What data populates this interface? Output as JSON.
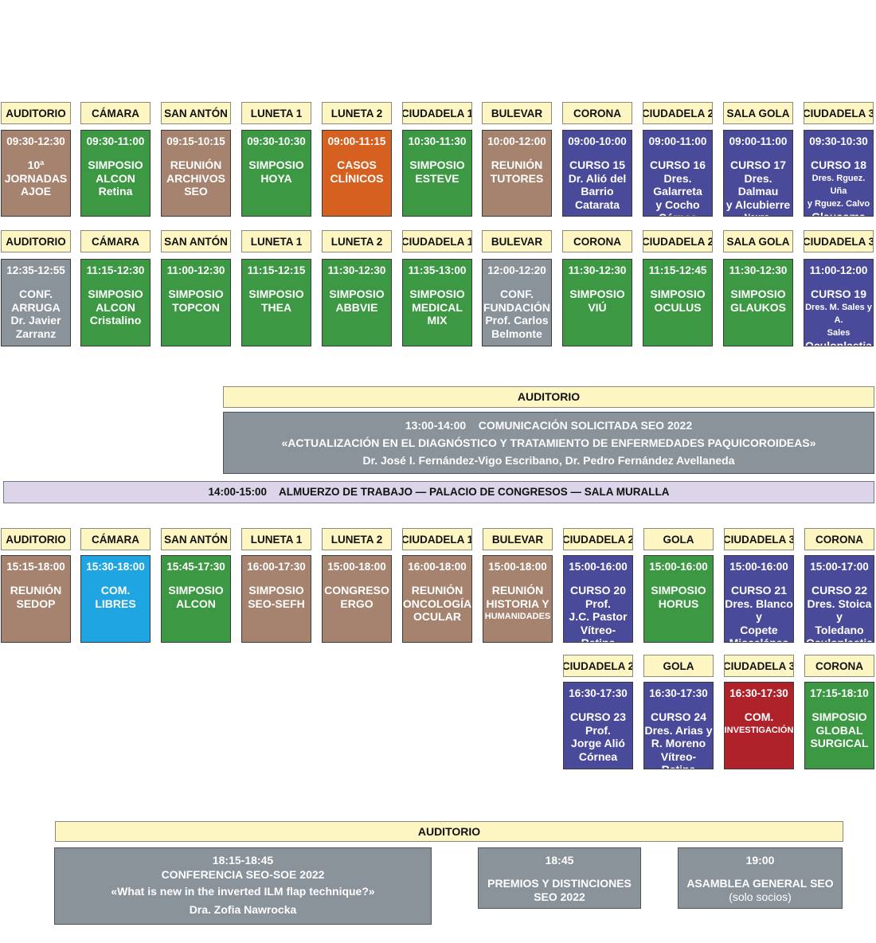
{
  "colors": {
    "brown": "#a5836f",
    "green": "#3c9843",
    "orange": "#d6601f",
    "blue": "#4a4a9b",
    "grey": "#8a929a",
    "cyan": "#1ea5e2",
    "red": "#b0222a",
    "room_bg": "#fdf6c3",
    "lunch_bg": "#dcd4e8"
  },
  "block1": {
    "rooms": [
      "AUDITORIO",
      "CÁMARA",
      "SAN ANTÓN",
      "LUNETA 1",
      "LUNETA 2",
      "CIUDADELA 1",
      "BULEVAR",
      "CORONA",
      "CIUDADELA 2",
      "SALA GOLA",
      "CIUDADELA 3"
    ],
    "sessions": [
      {
        "color": "brown",
        "time": "09:30-12:30",
        "lines": [
          "10ª",
          "JORNADAS",
          "AJOE"
        ]
      },
      {
        "color": "green",
        "time": "09:30-11:00",
        "lines": [
          "SIMPOSIO",
          "ALCON",
          "Retina"
        ]
      },
      {
        "color": "brown",
        "time": "09:15-10:15",
        "lines": [
          "REUNIÓN",
          "ARCHIVOS",
          "SEO"
        ]
      },
      {
        "color": "green",
        "time": "09:30-10:30",
        "lines": [
          "SIMPOSIO",
          "HOYA"
        ]
      },
      {
        "color": "orange",
        "time": "09:00-11:15",
        "lines": [
          "CASOS",
          "CLÍNICOS"
        ]
      },
      {
        "color": "green",
        "time": "10:30-11:30",
        "lines": [
          "SIMPOSIO",
          "ESTEVE"
        ]
      },
      {
        "color": "brown",
        "time": "10:00-12:00",
        "lines": [
          "REUNIÓN",
          "TUTORES"
        ]
      },
      {
        "color": "blue",
        "time": "09:00-10:00",
        "lines": [
          "CURSO 15",
          "Dr. Alió del",
          "Barrio",
          "Catarata"
        ]
      },
      {
        "color": "blue",
        "time": "09:00-11:00",
        "lines": [
          "CURSO 16",
          "Dres. Galarreta",
          "y Cocho",
          "Córnea"
        ]
      },
      {
        "color": "blue",
        "time": "09:00-11:00",
        "lines": [
          "CURSO 17",
          "Dres. Dalmau",
          "y Alcubierre",
          "Neuro-Oftalmología"
        ]
      },
      {
        "color": "blue",
        "time": "09:30-10:30",
        "lines": [
          "CURSO 18",
          "Dres. Rguez. Uña",
          "y Rguez. Calvo",
          "Glaucoma"
        ]
      }
    ]
  },
  "block2": {
    "rooms": [
      "AUDITORIO",
      "CÁMARA",
      "SAN ANTÓN",
      "LUNETA 1",
      "LUNETA 2",
      "CIUDADELA 1",
      "BULEVAR",
      "CORONA",
      "CIUDADELA 2",
      "SALA GOLA",
      "CIUDADELA 3"
    ],
    "sessions": [
      {
        "color": "grey",
        "time": "12:35-12:55",
        "lines": [
          "CONF.",
          "ARRUGA",
          "Dr. Javier",
          "Zarranz"
        ]
      },
      {
        "color": "green",
        "time": "11:15-12:30",
        "lines": [
          "SIMPOSIO",
          "ALCON",
          "Cristalino"
        ]
      },
      {
        "color": "green",
        "time": "11:00-12:30",
        "lines": [
          "SIMPOSIO",
          "TOPCON"
        ]
      },
      {
        "color": "green",
        "time": "11:15-12:15",
        "lines": [
          "SIMPOSIO",
          "THEA"
        ]
      },
      {
        "color": "green",
        "time": "11:30-12:30",
        "lines": [
          "SIMPOSIO",
          "ABBVIE"
        ]
      },
      {
        "color": "green",
        "time": "11:35-13:00",
        "lines": [
          "SIMPOSIO",
          "MEDICAL",
          "MIX"
        ]
      },
      {
        "color": "grey",
        "time": "12:00-12:20",
        "lines": [
          "CONF.",
          "FUNDACIÓN",
          "Prof. Carlos",
          "Belmonte"
        ]
      },
      {
        "color": "green",
        "time": "11:30-12:30",
        "lines": [
          "SIMPOSIO",
          "VIÚ"
        ]
      },
      {
        "color": "green",
        "time": "11:15-12:45",
        "lines": [
          "SIMPOSIO",
          "OCULUS"
        ]
      },
      {
        "color": "green",
        "time": "11:30-12:30",
        "lines": [
          "SIMPOSIO",
          "GLAUKOS"
        ]
      },
      {
        "color": "blue",
        "time": "11:00-12:00",
        "lines": [
          "CURSO 19",
          "Dres. M. Sales y A.",
          "Sales",
          "Oculoplastia"
        ]
      }
    ]
  },
  "communication": {
    "room": "AUDITORIO",
    "time": "13:00-14:00",
    "title": "COMUNICACIÓN SOLICITADA SEO 2022",
    "subtitle": "«ACTUALIZACIÓN EN EL DIAGNÓSTICO Y TRATAMIENTO DE ENFERMEDADES PAQUICOROIDEAS»",
    "authors": "Dr. José I. Fernández-Vigo Escribano, Dr. Pedro Fernández Avellaneda"
  },
  "lunch": {
    "time": "14:00-15:00",
    "text": "ALMUERZO DE TRABAJO — PALACIO DE CONGRESOS — SALA MURALLA"
  },
  "block3": {
    "rooms": [
      "AUDITORIO",
      "CÁMARA",
      "SAN ANTÓN",
      "LUNETA 1",
      "LUNETA 2",
      "CIUDADELA 1",
      "BULEVAR",
      "CIUDADELA 2",
      "GOLA",
      "CIUDADELA 3",
      "CORONA"
    ],
    "sessions": [
      {
        "color": "brown",
        "time": "15:15-18:00",
        "lines": [
          "REUNIÓN",
          "SEDOP"
        ]
      },
      {
        "color": "cyan",
        "time": "15:30-18:00",
        "lines": [
          "COM.",
          "LIBRES"
        ]
      },
      {
        "color": "green",
        "time": "15:45-17:30",
        "lines": [
          "SIMPOSIO",
          "ALCON"
        ]
      },
      {
        "color": "brown",
        "time": "16:00-17:30",
        "lines": [
          "SIMPOSIO",
          "SEO-SEFH"
        ]
      },
      {
        "color": "brown",
        "time": "15:00-18:00",
        "lines": [
          "CONGRESO",
          "ERGO"
        ]
      },
      {
        "color": "brown",
        "time": "16:00-18:00",
        "lines": [
          "REUNIÓN",
          "ONCOLOGÍA",
          "OCULAR"
        ]
      },
      {
        "color": "brown",
        "time": "15:00-18:00",
        "lines": [
          "REUNIÓN",
          "HISTORIA Y",
          "HUMANIDADES"
        ]
      },
      {
        "color": "blue",
        "time": "15:00-16:00",
        "lines": [
          "CURSO 20",
          "Prof.",
          "J.C. Pastor",
          "Vítreo-Retina"
        ]
      },
      {
        "color": "green",
        "time": "15:00-16:00",
        "lines": [
          "SIMPOSIO",
          "HORUS"
        ]
      },
      {
        "color": "blue",
        "time": "15:00-16:00",
        "lines": [
          "CURSO 21",
          "Dres. Blanco y",
          "Copete",
          "Miscelánea"
        ]
      },
      {
        "color": "blue",
        "time": "15:00-17:00",
        "lines": [
          "CURSO 22",
          "Dres. Stoica y",
          "Toledano",
          "Oculoplastia"
        ]
      }
    ]
  },
  "block4": {
    "rooms": [
      "CIUDADELA 2",
      "GOLA",
      "CIUDADELA 3",
      "CORONA"
    ],
    "sessions": [
      {
        "color": "blue",
        "time": "16:30-17:30",
        "lines": [
          "CURSO 23",
          "Prof.",
          "Jorge Alió",
          "Córnea"
        ]
      },
      {
        "color": "blue",
        "time": "16:30-17:30",
        "lines": [
          "CURSO 24",
          "Dres. Arias y",
          "R. Moreno",
          "Vítreo-Retina"
        ]
      },
      {
        "color": "red",
        "time": "16:30-17:30",
        "lines": [
          "COM.",
          "INVESTIGACIÓN"
        ]
      },
      {
        "color": "green",
        "time": "17:15-18:10",
        "lines": [
          "SIMPOSIO",
          "GLOBAL",
          "SURGICAL"
        ]
      }
    ]
  },
  "evening": {
    "room": "AUDITORIO",
    "conference": {
      "time": "18:15-18:45",
      "title": "CONFERENCIA SEO-SOE 2022",
      "subtitle": "«What is new in the inverted ILM flap technique?»",
      "speaker": "Dra. Zofia Nawrocka"
    },
    "awards": {
      "time": "18:45",
      "line1": "PREMIOS Y DISTINCIONES",
      "line2": "SEO 2022"
    },
    "assembly": {
      "time": "19:00",
      "line1": "ASAMBLEA GENERAL SEO",
      "line2": "(solo socios)"
    }
  }
}
